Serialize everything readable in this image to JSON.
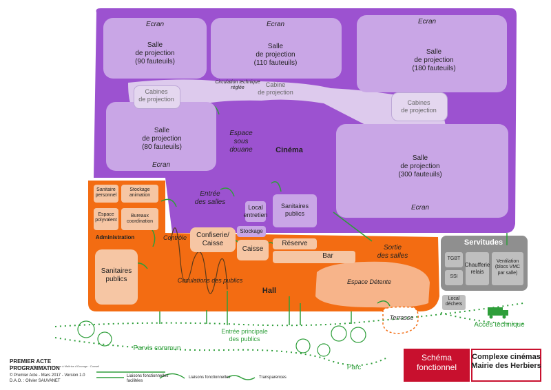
{
  "colors": {
    "cinema": "#9c52d0",
    "hall": "#f36c12",
    "servitudes": "#8f8f8f",
    "green": "#2e9e3a",
    "title_red": "#c8102e"
  },
  "rooms": {
    "salle1": {
      "screen": "Ecran",
      "name": "Salle\nde projection\n(90 fauteuils)"
    },
    "salle2": {
      "screen": "Ecran",
      "name": "Salle\nde projection\n(110 fauteuils)"
    },
    "salle3": {
      "screen": "Ecran",
      "name": "Salle\nde projection\n(180 fauteuils)"
    },
    "salle4": {
      "screen": "Ecran",
      "name": "Salle\nde projection\n(80 fauteuils)"
    },
    "salle5": {
      "screen": "Ecran",
      "name": "Salle\nde projection\n(300 fauteuils)"
    },
    "cabines1": "Cabines\nde projection",
    "cabine_mid": "Cabine\nde projection",
    "cabines2": "Cabines\nde projection",
    "circ_tech": "Circulation technique\nréglée",
    "espace_sous_douane": "Espace\nsous\ndouane",
    "cinema": "Cinéma",
    "entree_salles": "Entrée\ndes salles",
    "local_entretien": "Local\nentretien",
    "sanitaires_publics_top": "Sanitaires\npublics",
    "stockage_small": "Stockage",
    "sanitaire_personnel": "Sanitaire\npersonnel",
    "stockage_animation": "Stockage\nanimation",
    "espace_polyvalent": "Espace\npolyvalent",
    "bureaux_coordination": "Bureaux\ncoordination",
    "administration": "Administration",
    "controle": "Contrôle",
    "confiserie": "Confiserie/\nCaisse",
    "caisse": "Caisse",
    "reserve": "Réserve",
    "bar": "Bar",
    "sortie_salles": "Sortie\ndes salles",
    "sanitaires_publics_hall": "Sanitaires\npublics",
    "circulations": "Circulations des publics",
    "hall": "Hall",
    "espace_detente": "Espace Détente",
    "servitudes": "Servitudes",
    "tgbt": "TGBT",
    "ssi": "SSI",
    "chaufferie": "Chaufferie\nrelais",
    "ventilation": "Ventilation\n(blocs VMC\npar salle)",
    "local_dechets": "Local\ndéchets",
    "terrasse": "Terrasse",
    "acces_technique": "Accès technique",
    "parvis": "Parvis commun",
    "entree_principale": "Entrée principale\ndes publics",
    "parc": "Parc"
  },
  "footer": {
    "brand": "PREMIER ACTE PROGRAMMATION",
    "brand_sub": "Programmation architecturale · Assistance à Maîtrise d'Ouvrage · Conseil",
    "credit1": "© Premier Acte - Mars 2017 - Version 1.0",
    "credit2": "D.A.O. : Olivier SAUVANET",
    "legend1": "Liaisons fonctionnelles\nfacilitées",
    "legend2": "Liaisons fonctionnelles",
    "legend3": "Transparences",
    "schema": "Schéma\nfonctionnel",
    "project": "Complexe cinémas\nMairie des Herbiers"
  }
}
